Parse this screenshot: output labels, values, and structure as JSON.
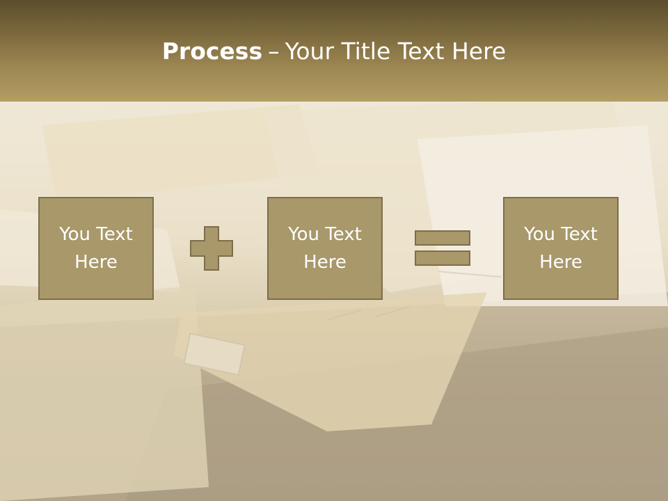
{
  "title": {
    "bold": "Process",
    "separator": "–",
    "rest": "Your Title Text Here"
  },
  "boxes": [
    {
      "label": "You Text Here"
    },
    {
      "label": "You Text Here"
    },
    {
      "label": "You Text Here"
    }
  ],
  "operators": [
    "plus",
    "equals"
  ],
  "colors": {
    "header_top": "#5c4e2c",
    "header_bottom": "#b29d62",
    "box_fill": "#a8986a",
    "box_border": "#7c6e4a",
    "text": "#ffffff"
  }
}
